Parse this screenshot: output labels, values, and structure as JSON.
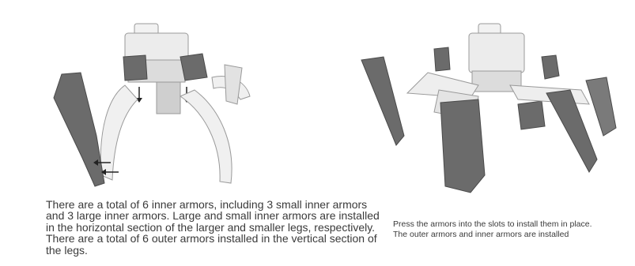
{
  "left_figure": {
    "icon": "robot-spider-inner-armor-illustration"
  },
  "right_figure": {
    "icon": "robot-spider-outer-armor-illustration"
  },
  "left_caption": {
    "text": "There are a total of 6 inner armors, including 3 small inner armors and 3 large inner armors. Large and small inner armors are installed in the horizontal section of the larger and smaller legs, respectively. There are a total of 6 outer armors installed in the vertical section of the legs."
  },
  "right_caption": {
    "line1": "Press the armors into the slots to install them in place.",
    "line2": "The outer armors and inner armors are installed"
  },
  "colors": {
    "body_light": "#e8e8e8",
    "armor_dark": "#6b6b6b",
    "text": "#3a3a3a"
  }
}
